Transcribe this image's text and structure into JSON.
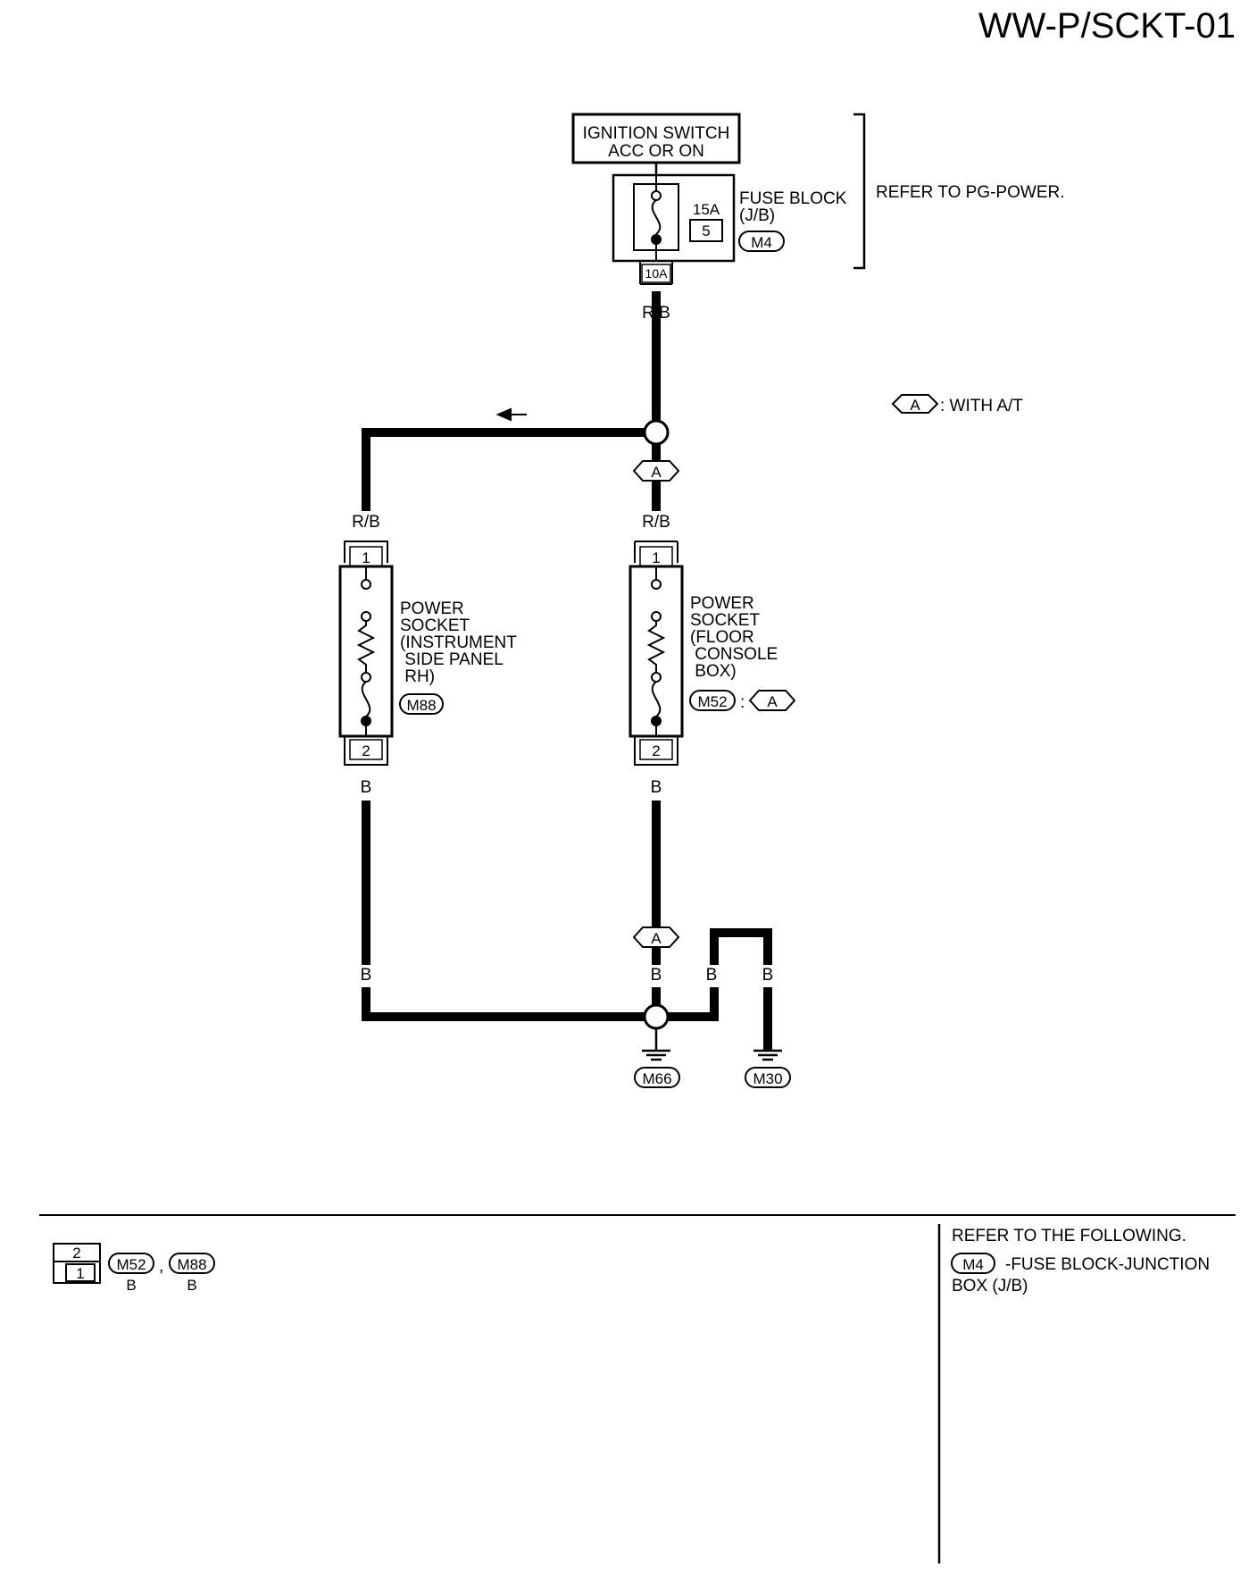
{
  "header": {
    "diagram_code": "WW-P/SCKT-01"
  },
  "power_source": {
    "line1": "IGNITION SWITCH",
    "line2": "ACC OR ON"
  },
  "fuse_block": {
    "label_lines": [
      "FUSE BLOCK",
      "(J/B)"
    ],
    "fuse_rating": "15A",
    "fuse_number": "5",
    "connector": "M4",
    "terminal": "10A"
  },
  "bracket_note": "REFER TO PG-POWER.",
  "legend": {
    "symbol": "A",
    "text": ": WITH A/T"
  },
  "wires": {
    "rb": "R/B",
    "b": "B"
  },
  "socket_rh": {
    "label_lines": [
      "POWER",
      "SOCKET",
      "(INSTRUMENT",
      " SIDE PANEL",
      " RH)"
    ],
    "connector": "M88",
    "pin_top": "1",
    "pin_bottom": "2"
  },
  "socket_console": {
    "label_lines": [
      "POWER",
      "SOCKET",
      "(FLOOR",
      " CONSOLE",
      " BOX)"
    ],
    "connector": "M52",
    "separator": ":",
    "option": "A",
    "pin_top": "1",
    "pin_bottom": "2"
  },
  "junction_option": "A",
  "grounds": [
    "M66",
    "M30"
  ],
  "connector_table": {
    "top_cell": "2",
    "bottom_cell": "1",
    "connectors": [
      {
        "id": "M52",
        "color": "B"
      },
      {
        "id": "M88",
        "color": "B"
      }
    ],
    "separator": ","
  },
  "refer_box": {
    "title": "REFER TO THE FOLLOWING.",
    "connector": "M4",
    "desc_line1": "-FUSE BLOCK-JUNCTION",
    "desc_line2": "BOX (J/B)"
  }
}
